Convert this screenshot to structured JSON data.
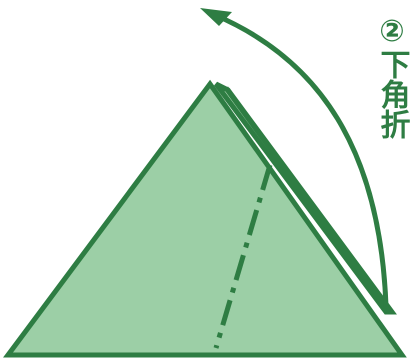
{
  "instruction": {
    "step_number": "②",
    "text": "下角折",
    "full_caption": "②下角折"
  },
  "colors": {
    "paper_fill": "#9ccfa6",
    "paper_back_fill": "#b7dcbc",
    "outline": "#2e7d43",
    "arrow": "#2e7d43",
    "fold_line": "#2e7d43",
    "background": "#ffffff"
  },
  "icons": {
    "fold_arrow": "curved-arrow-up-left",
    "fold_line": "dash-dot-valley-fold-line"
  }
}
